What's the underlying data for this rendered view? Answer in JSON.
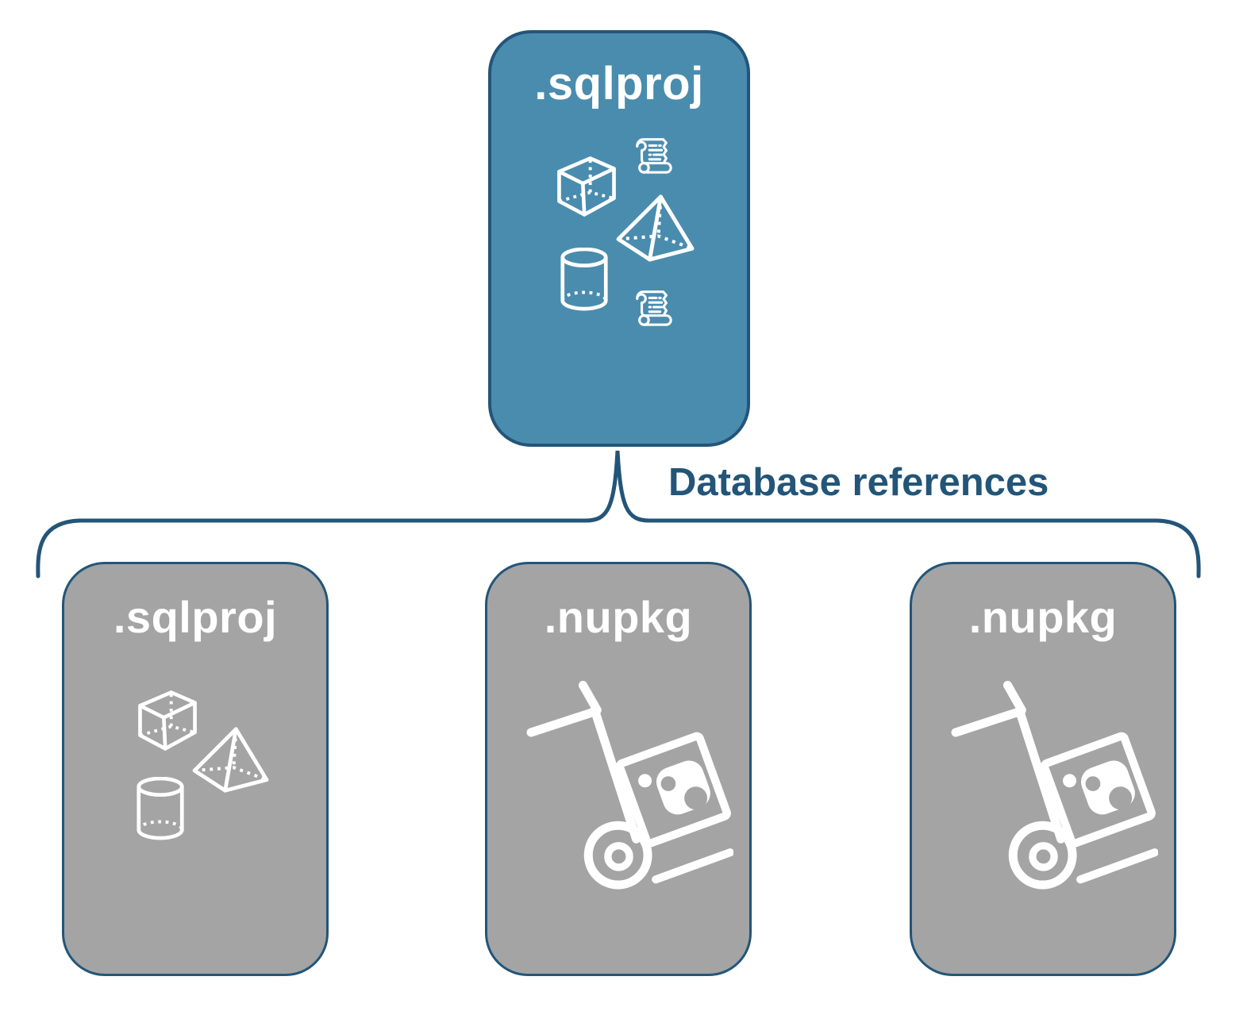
{
  "colors": {
    "accent_blue": "#4A8CAE",
    "card_gray": "#A4A4A4",
    "navy_outline": "#235578",
    "icon_white": "#FFFFFF"
  },
  "diagram": {
    "root": {
      "label": ".sqlproj",
      "icons": [
        "script-icon",
        "cube-icon",
        "pyramid-icon",
        "cylinder-icon",
        "script-icon"
      ]
    },
    "connector": {
      "label": "Database references",
      "shape": "curly-brace"
    },
    "children": [
      {
        "label": ".sqlproj",
        "icons": [
          "cube-icon",
          "pyramid-icon",
          "cylinder-icon"
        ]
      },
      {
        "label": ".nupkg",
        "icons": [
          "package-dolly-icon"
        ]
      },
      {
        "label": ".nupkg",
        "icons": [
          "package-dolly-icon"
        ]
      }
    ]
  }
}
